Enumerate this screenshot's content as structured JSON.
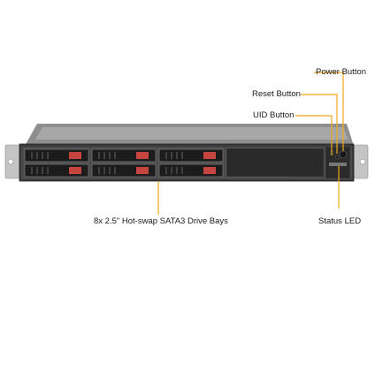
{
  "diagram": {
    "callouts": {
      "power_button": "Power Button",
      "reset_button": "Reset Button",
      "uid_button": "UID Button",
      "drive_bays": "8x 2.5\" Hot-swap SATA3 Drive Bays",
      "status_led": "Status LED"
    },
    "drive_bay_count": 8
  },
  "colors": {
    "leader_line": "#f0a81c",
    "chassis_body": "#6d6d6d",
    "chassis_dark": "#1c1c1c",
    "rack_ear": "#c4c4c4",
    "drive_latch": "#c6453e"
  }
}
